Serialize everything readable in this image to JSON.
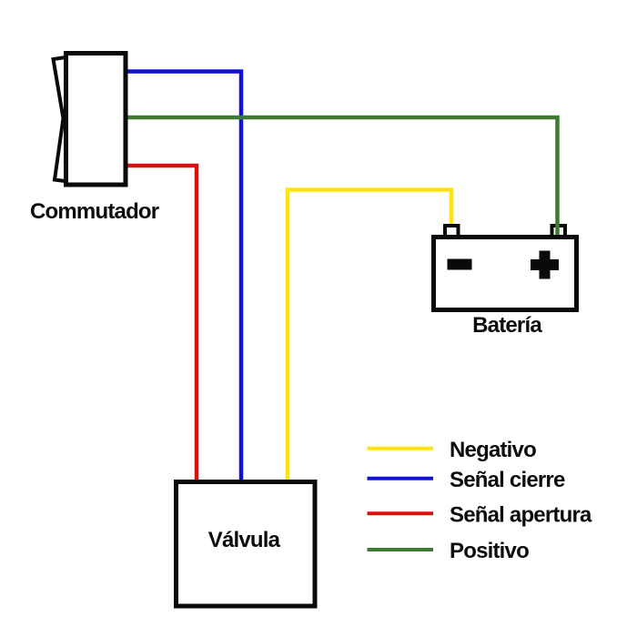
{
  "components": {
    "commutador": {
      "label": "Commutador"
    },
    "bateria": {
      "label": "Batería",
      "negative_symbol": "-",
      "positive_symbol": "+"
    },
    "valvula": {
      "label": "Válvula"
    }
  },
  "wires": [
    {
      "name": "negativo",
      "color": "#FFE30C"
    },
    {
      "name": "senal_cierre",
      "color": "#1212D6"
    },
    {
      "name": "senal_apertura",
      "color": "#DD1010"
    },
    {
      "name": "positivo",
      "color": "#3E7A33"
    }
  ],
  "legend": {
    "items": [
      {
        "label": "Negativo",
        "color": "#FFE30C"
      },
      {
        "label": "Señal cierre",
        "color": "#1212D6"
      },
      {
        "label": "Señal apertura",
        "color": "#DD1010"
      },
      {
        "label": "Positivo",
        "color": "#3E7A33"
      }
    ]
  }
}
